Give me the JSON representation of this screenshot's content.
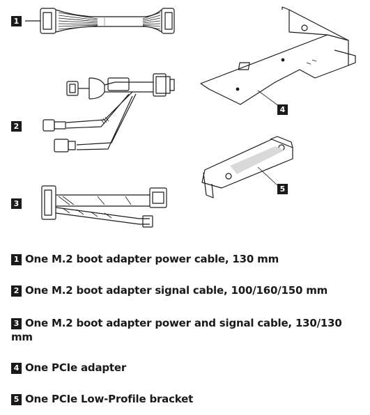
{
  "callouts": [
    "1",
    "2",
    "3",
    "4",
    "5"
  ],
  "items": [
    {
      "number": "1",
      "text": "One M.2 boot adapter power cable, 130 mm"
    },
    {
      "number": "2",
      "text": "One M.2 boot adapter signal cable, 100/160/150 mm"
    },
    {
      "number": "3",
      "text": "One M.2 boot adapter power and signal cable, 130/130 mm"
    },
    {
      "number": "4",
      "text": "One PCIe adapter"
    },
    {
      "number": "5",
      "text": "One PCIe Low-Profile bracket"
    }
  ]
}
